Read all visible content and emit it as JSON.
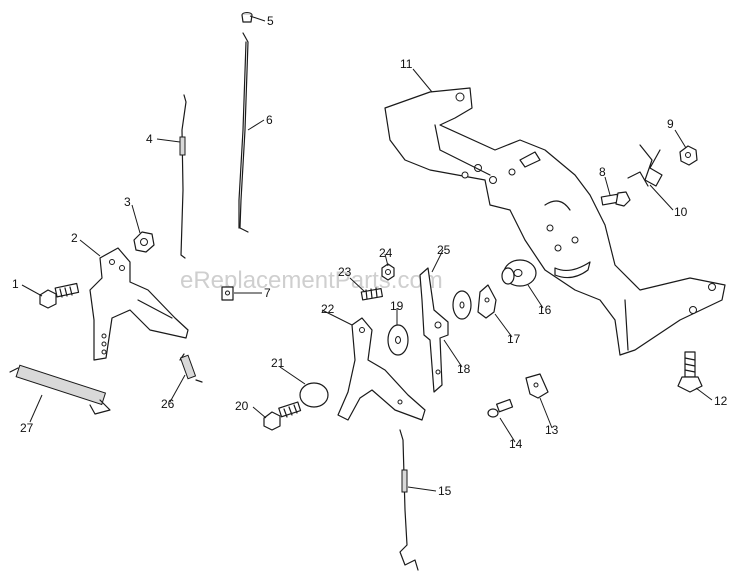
{
  "watermark": "eReplacementParts.com",
  "callouts": [
    "1",
    "2",
    "3",
    "4",
    "5",
    "6",
    "7",
    "8",
    "9",
    "10",
    "11",
    "12",
    "13",
    "14",
    "15",
    "16",
    "17",
    "18",
    "19",
    "20",
    "21",
    "22",
    "23",
    "24",
    "25",
    "26",
    "27"
  ],
  "colors": {
    "line": "#1a1a1a",
    "watermark": "#cfcfcf",
    "background": "#ffffff"
  }
}
